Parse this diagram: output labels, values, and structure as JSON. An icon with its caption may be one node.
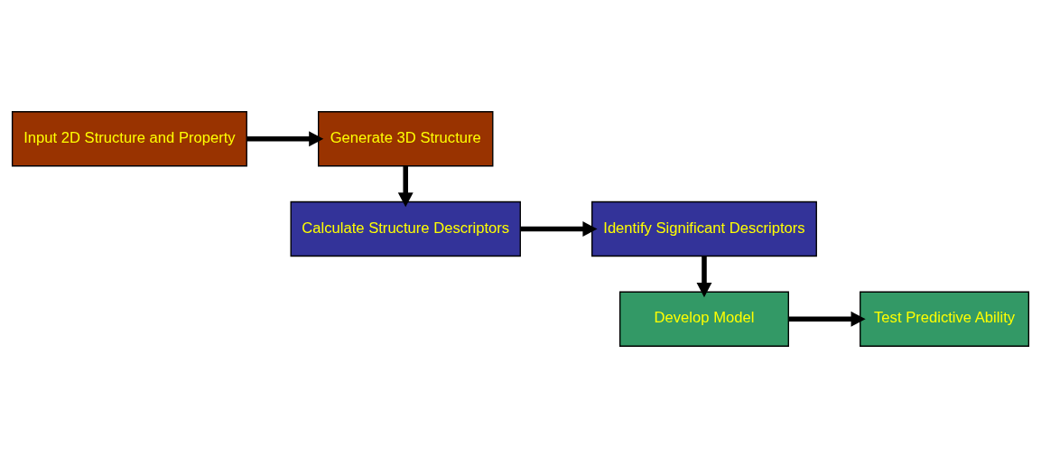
{
  "diagram": {
    "nodes": [
      {
        "text": [
          "Input 2D Structure and Property"
        ]
      },
      {
        "text": [
          "Generate 3D Structure"
        ]
      },
      {
        "text": [
          "Calculate Structure Descriptors"
        ]
      },
      {
        "text": [
          "Identify Significant Descriptors"
        ]
      },
      {
        "text": [
          "Develop Model"
        ]
      },
      {
        "text": [
          "Test Predictive Ability"
        ]
      }
    ],
    "edges": [
      {
        "from": 0,
        "to": 1,
        "arrow": "to"
      },
      {
        "from": 1,
        "to": 2,
        "arrow": "to"
      },
      {
        "from": 2,
        "to": 3,
        "arrow": "to"
      },
      {
        "from": 3,
        "to": 4,
        "arrow": "to"
      },
      {
        "from": 4,
        "to": 5,
        "arrow": "to"
      }
    ]
  }
}
